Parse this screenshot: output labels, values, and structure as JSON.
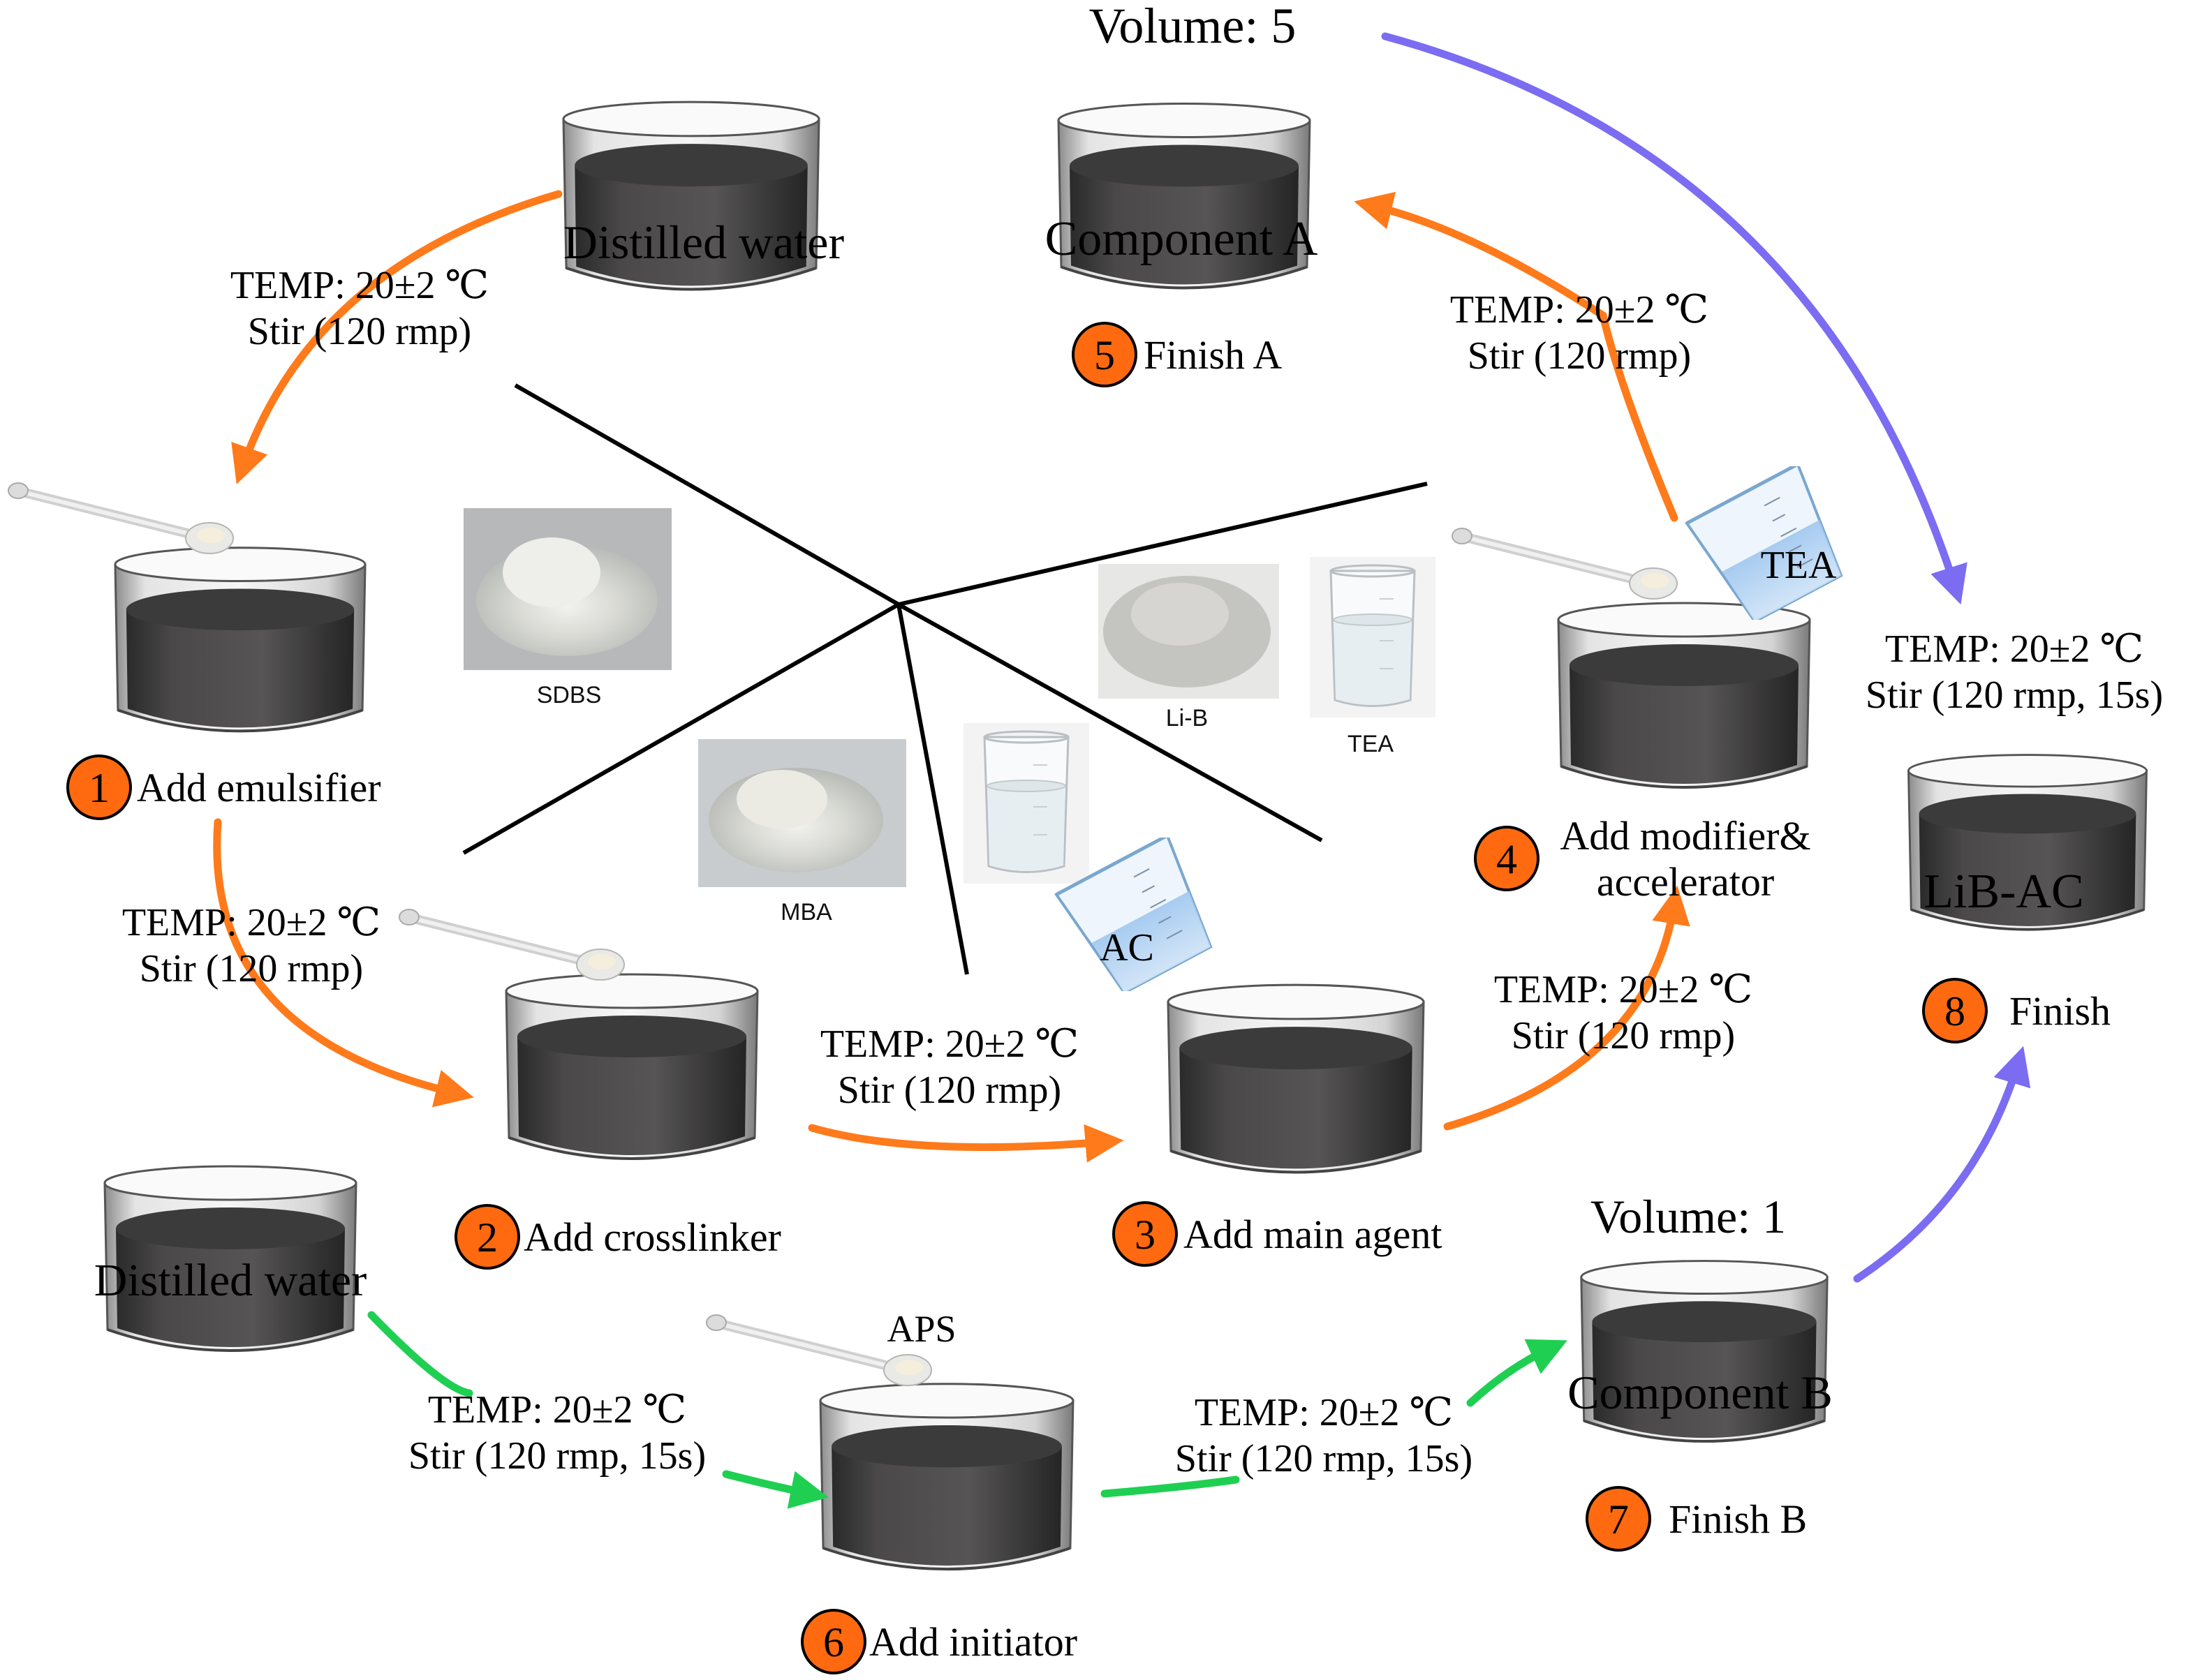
{
  "colors": {
    "orange_arrow": "#ff7a1a",
    "green_arrow": "#1fcf52",
    "blue_arrow": "#7b6cf2",
    "badge_fill": "#ff6a10",
    "water_label": "#19c6f0",
    "component_a": "#e8743b",
    "component_b": "#2fd341",
    "volume": "#ff1a1a",
    "product": "#e8202a"
  },
  "icons": [
    "beaker-icon",
    "spatula-icon",
    "measuring-cup-icon",
    "powder-photo",
    "liquid-beaker-photo"
  ],
  "labels": {
    "water_top": "Distilled water",
    "water_bottom": "Distilled water",
    "component_a": "Component A",
    "component_b": "Component B",
    "product": "LiB-AC",
    "volume_a": "Volume: 5",
    "volume_b": "Volume: 1",
    "cup_ac": "AC",
    "cup_tea": "TEA",
    "aps": "APS"
  },
  "steps": {
    "s1": {
      "num": "1",
      "label": "Add emulsifier"
    },
    "s2": {
      "num": "2",
      "label": "Add crosslinker"
    },
    "s3": {
      "num": "3",
      "label": "Add main agent"
    },
    "s4": {
      "num": "4",
      "line1": "Add modifier&",
      "line2": "accelerator"
    },
    "s5": {
      "num": "5",
      "label": "Finish A"
    },
    "s6": {
      "num": "6",
      "label": "Add initiator"
    },
    "s7": {
      "num": "7",
      "label": "Finish B"
    },
    "s8": {
      "num": "8",
      "label": "Finish"
    }
  },
  "conditions": {
    "temp": "TEMP: 20±2 ℃",
    "stir": "Stir (120 rmp)",
    "stir15": "Stir (120 rmp, 15s)"
  },
  "materials": {
    "sdbs": "SDBS",
    "mba": "MBA",
    "lib": "Li-B",
    "tea": "TEA"
  }
}
